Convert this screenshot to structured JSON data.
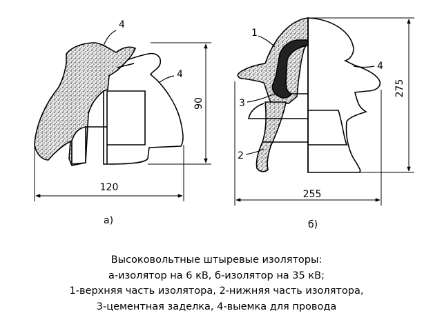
{
  "diagram": {
    "left": {
      "sublabel": "а)",
      "callouts": [
        "4",
        "4"
      ],
      "dim_width": "120",
      "dim_height": "90"
    },
    "right": {
      "sublabel": "б)",
      "callouts": [
        "1",
        "4",
        "3",
        "2"
      ],
      "dim_width": "255",
      "dim_height": "275"
    }
  },
  "caption": {
    "line1": "Высоковольтные штыревые изоляторы:",
    "line2": "а-изолятор на 6 кВ,  б-изолятор на 35 кВ;",
    "line3": "1-верхняя часть изолятора, 2-нижняя часть изолятора,",
    "line4": "3-цементная заделка, 4-выемка для провода"
  }
}
